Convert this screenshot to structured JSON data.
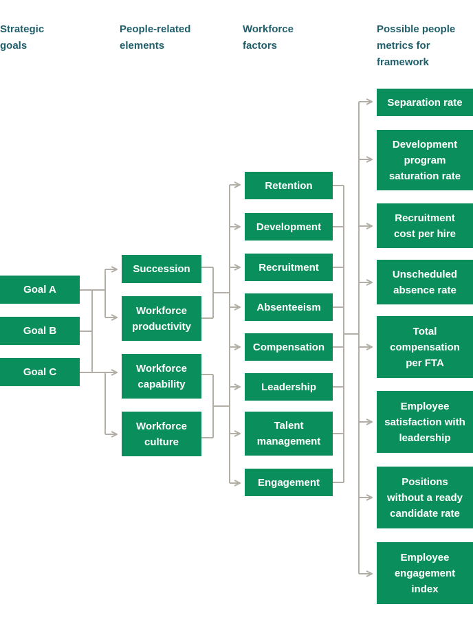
{
  "headers": {
    "col1": "Strategic\ngoals",
    "col2": "People-related\nelements",
    "col3": "Workforce\nfactors",
    "col4": "Possible people\nmetrics for\nframework"
  },
  "goals": [
    "Goal A",
    "Goal B",
    "Goal C"
  ],
  "elements": [
    "Succession",
    "Workforce\nproductivity",
    "Workforce\ncapability",
    "Workforce\nculture"
  ],
  "factors": [
    "Retention",
    "Development",
    "Recruitment",
    "Absenteeism",
    "Compensation",
    "Leadership",
    "Talent\nmanagement",
    "Engagement"
  ],
  "metrics": [
    "Separation rate",
    "Development\nprogram\nsaturation rate",
    "Recruitment\ncost per hire",
    "Unscheduled\nabsence rate",
    "Total\ncompensation\nper FTA",
    "Employee\nsatisfaction with\nleadership",
    "Positions\nwithout a ready\ncandidate rate",
    "Employee\nengagement\nindex"
  ],
  "colors": {
    "box": "#0a8f5c",
    "connector": "#b3aea6",
    "header": "#1f5f6b"
  }
}
